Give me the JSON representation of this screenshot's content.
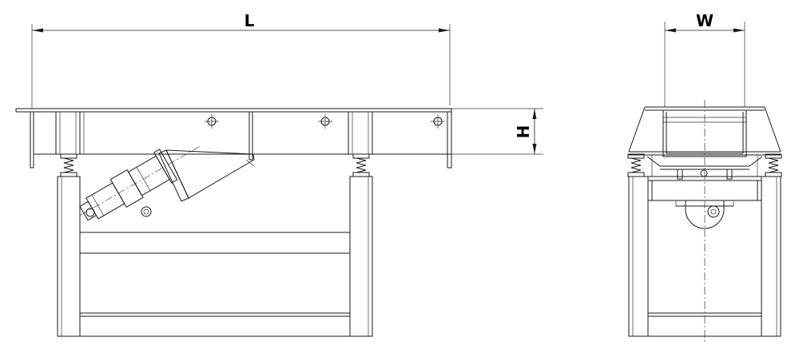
{
  "labels": {
    "length": "L",
    "width": "W",
    "height": "H"
  }
}
